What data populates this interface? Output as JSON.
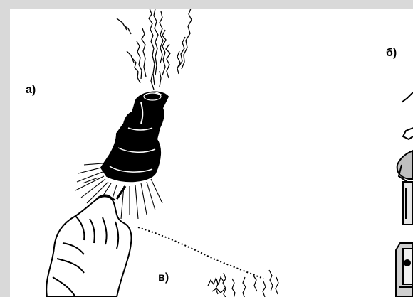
{
  "labels": {
    "a": "а)",
    "b": "б)",
    "v": "в)"
  },
  "colors": {
    "ink": "#000000",
    "paper": "#ffffff",
    "border": "#d9d9d9"
  },
  "icons": {
    "hand": "hand-holding-bell-icon",
    "bell": "bell-insulator-icon",
    "sparks": "spark-discharge-icon",
    "fixture": "metal-fixture-icon"
  }
}
